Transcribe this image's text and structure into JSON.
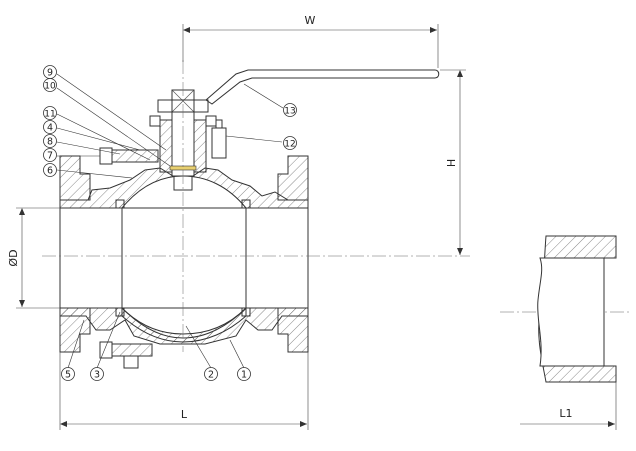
{
  "dimensions": {
    "W": "W",
    "H": "H",
    "D": "ØD",
    "L": "L",
    "L1": "L1"
  },
  "callouts": [
    {
      "id": "9",
      "label": "9"
    },
    {
      "id": "10",
      "label": "10"
    },
    {
      "id": "11",
      "label": "11"
    },
    {
      "id": "4",
      "label": "4"
    },
    {
      "id": "8",
      "label": "8"
    },
    {
      "id": "7",
      "label": "7"
    },
    {
      "id": "6",
      "label": "6"
    },
    {
      "id": "13",
      "label": "13"
    },
    {
      "id": "12",
      "label": "12"
    },
    {
      "id": "5",
      "label": "5"
    },
    {
      "id": "3",
      "label": "3"
    },
    {
      "id": "2",
      "label": "2"
    },
    {
      "id": "1",
      "label": "1"
    }
  ]
}
